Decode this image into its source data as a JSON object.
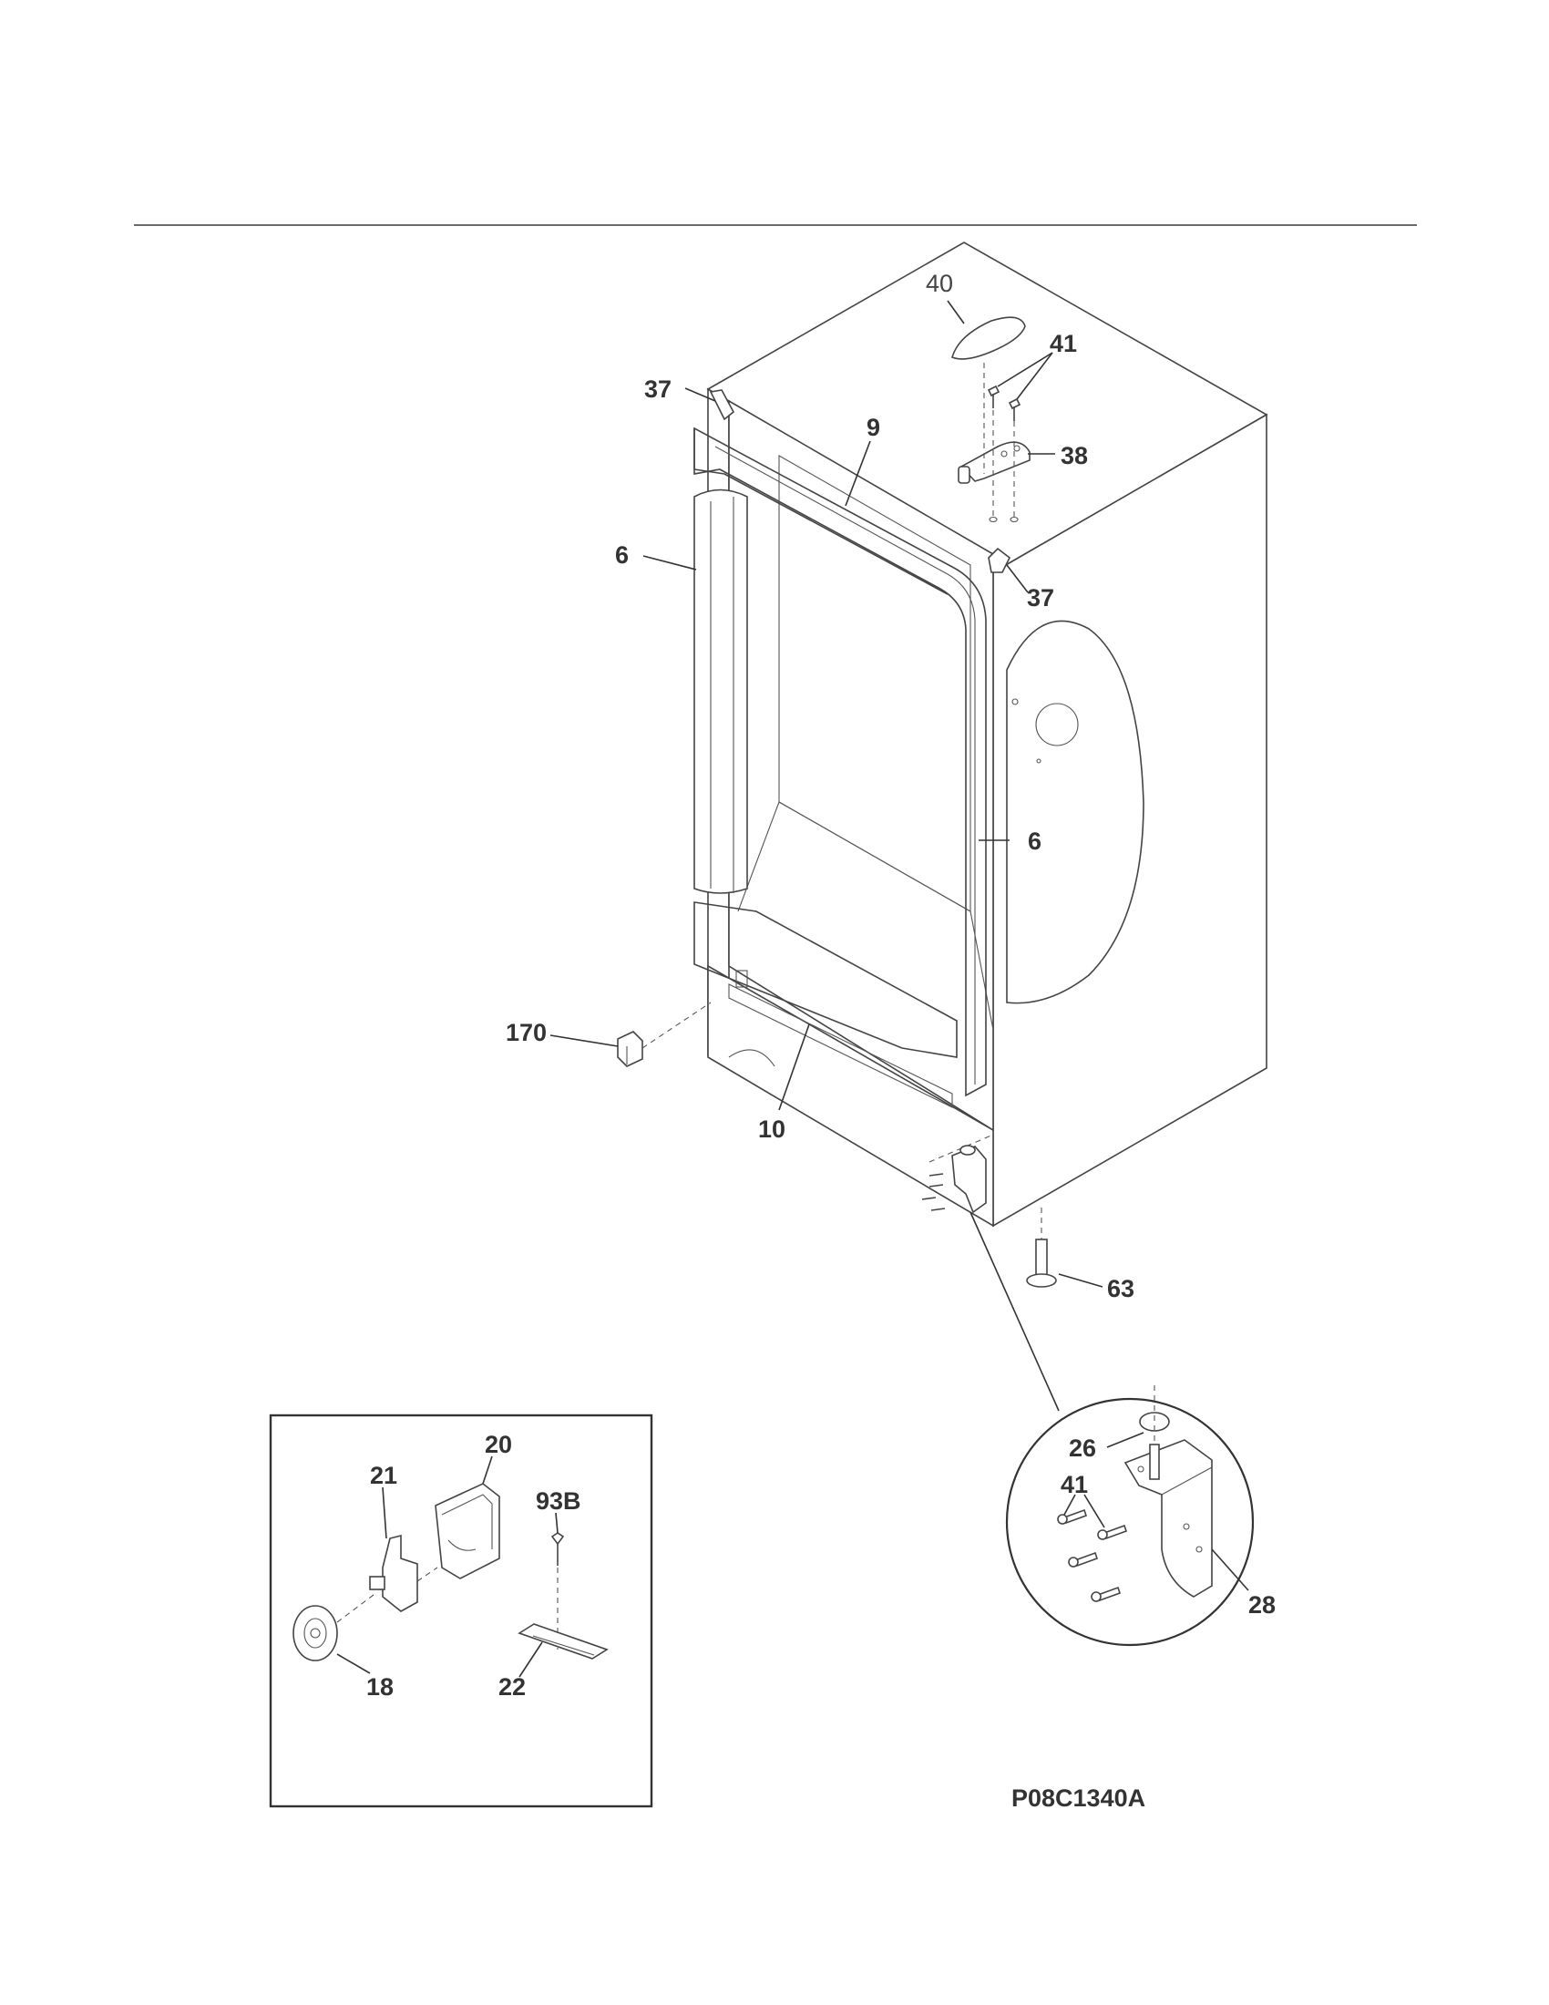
{
  "drawing": {
    "id": "P08C1340A",
    "callouts": {
      "c40": "40",
      "c41_top": "41",
      "c37_top": "37",
      "c9": "9",
      "c38": "38",
      "c6_left": "6",
      "c37_right": "37",
      "c6_right": "6",
      "c170": "170",
      "c10": "10",
      "c63": "63",
      "c26": "26",
      "c41_detail": "41",
      "c28": "28",
      "c20": "20",
      "c21": "21",
      "c93b": "93B",
      "c18": "18",
      "c22": "22"
    }
  }
}
